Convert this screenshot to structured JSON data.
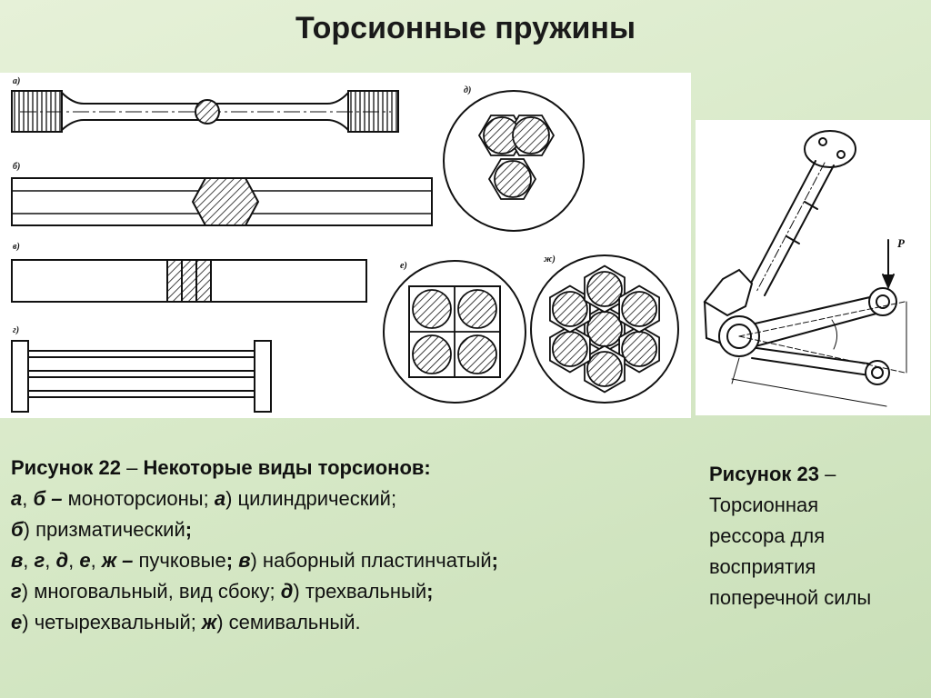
{
  "title": "Торсионные пружины",
  "fig22": {
    "labels": {
      "a": "а)",
      "b": "б)",
      "v": "в)",
      "g": "г)",
      "d": "д)",
      "e": "е)",
      "zh": "ж)"
    }
  },
  "fig23": {
    "force_label": "P"
  },
  "caption22": {
    "head_num": "Рисунок 22",
    "dash": " – ",
    "head_text": "Некоторые виды торсионов:",
    "l1": {
      "k1": "а",
      "s1": ", ",
      "k2": "б –",
      "t1": " моноторсионы; ",
      "k3": "а",
      "t2": ") цилиндрический;"
    },
    "l2": {
      "k1": "б",
      "t1": ") призматический",
      "t2": ";"
    },
    "l3": {
      "k1": "в",
      "s1": ", ",
      "k2": "г",
      "s2": ", ",
      "k3": "д",
      "s3": ", ",
      "k4": "е",
      "s4": ", ",
      "k5": "ж –",
      "t1": " пучковые",
      "t2": "; ",
      "k6": "в",
      "t3": ") наборный пластинчатый",
      "t4": ";"
    },
    "l4": {
      "k1": "г",
      "t1": ") многовальный, вид сбоку; ",
      "k2": "д",
      "t2": ") трехвальный",
      "t3": ";"
    },
    "l5": {
      "k1": "е",
      "t1": ") четырехвальный; ",
      "k2": "ж",
      "t2": ") семивальный."
    }
  },
  "caption23": {
    "head_num": "Рисунок 23",
    "dash": " –",
    "lines": [
      "Торсионная",
      "рессора для",
      "восприятия",
      "поперечной силы"
    ]
  }
}
